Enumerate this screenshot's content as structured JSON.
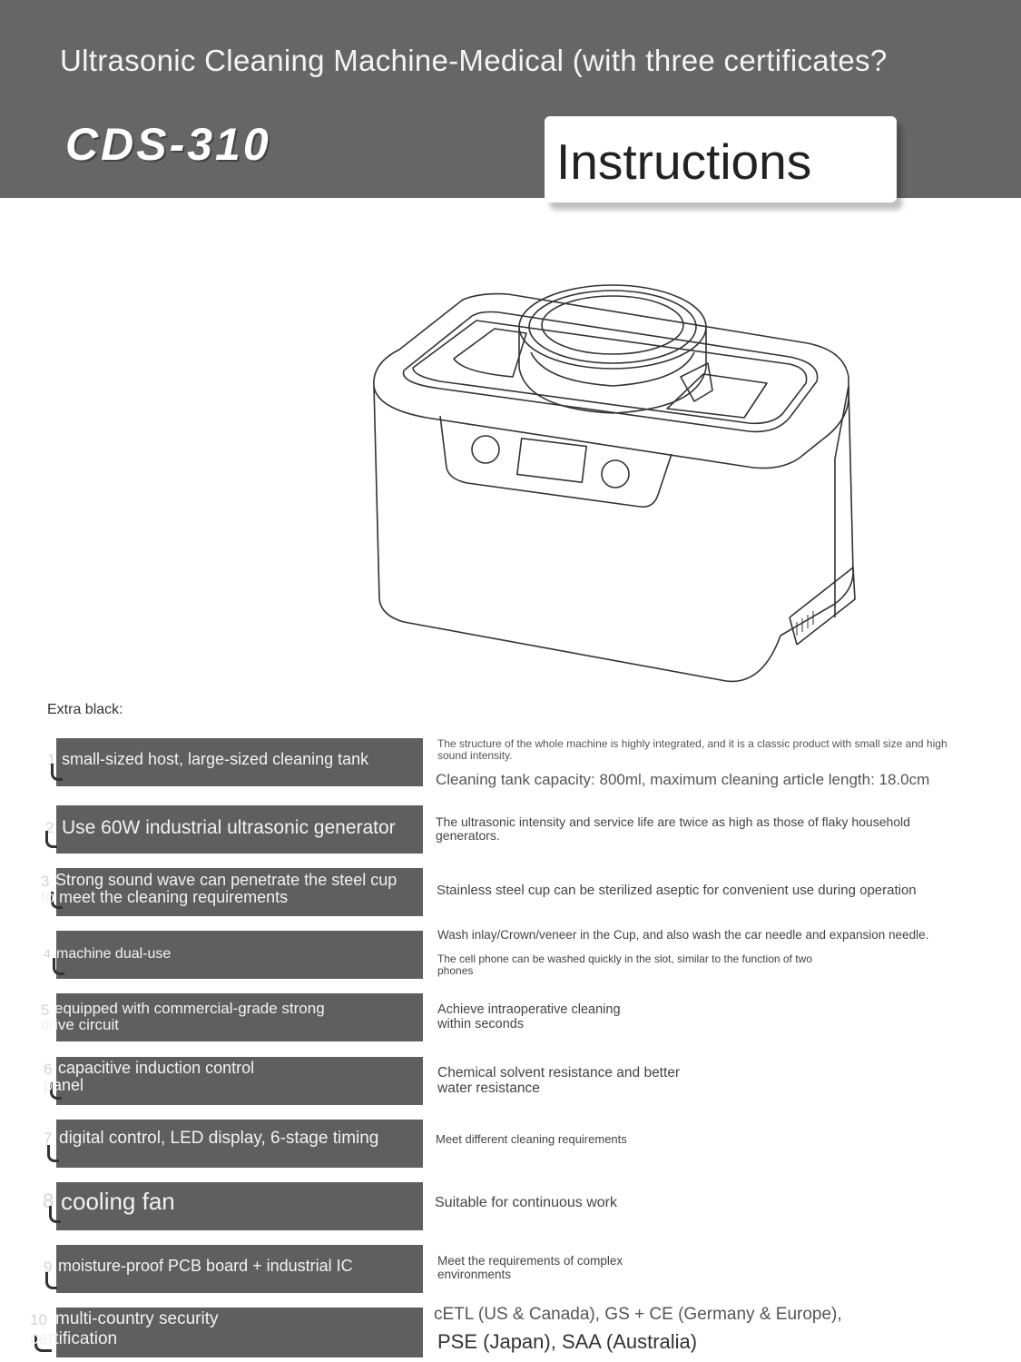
{
  "header": {
    "title": "Ultrasonic Cleaning Machine-Medical (with three certificates?",
    "model": "CDS-310",
    "badge": "Instructions"
  },
  "extra_label": "Extra black:",
  "features": [
    {
      "num": "1",
      "label": "small-sized host, large-sized cleaning tank",
      "desc": [
        "The structure of the whole machine is highly integrated, and it is a classic product with small size and high sound intensity.",
        "Cleaning tank capacity: 800ml, maximum cleaning article length: 18.0cm"
      ]
    },
    {
      "num": "2",
      "label": "Use 60W industrial ultrasonic generator",
      "desc": [
        "The ultrasonic intensity and service life are twice as high as those of flaky household generators."
      ]
    },
    {
      "num": "3",
      "label_lines": [
        "Strong sound wave can penetrate the steel cup",
        "to meet the cleaning requirements"
      ],
      "desc": [
        "Stainless steel cup can be sterilized aseptic for convenient use during operation"
      ]
    },
    {
      "num": "4",
      "label": "machine dual-use",
      "desc": [
        "Wash inlay/Crown/veneer in the Cup, and also wash the car needle and expansion needle.",
        "The cell phone can be washed quickly in the slot, similar to the function of two phones"
      ]
    },
    {
      "num": "5",
      "label_lines": [
        "equipped with commercial-grade strong",
        "drive circuit"
      ],
      "desc": [
        "Achieve intraoperative cleaning within seconds"
      ]
    },
    {
      "num": "6",
      "label_lines": [
        "capacitive induction control",
        "panel"
      ],
      "desc": [
        "Chemical solvent resistance and better water resistance"
      ]
    },
    {
      "num": "7",
      "label": "digital control, LED display, 6-stage timing",
      "desc": [
        "Meet different cleaning requirements"
      ]
    },
    {
      "num": "8",
      "label": "cooling fan",
      "desc": [
        "Suitable for continuous work"
      ]
    },
    {
      "num": "9",
      "label": "moisture-proof PCB board + industrial IC",
      "desc": [
        "Meet the requirements of complex environments"
      ]
    },
    {
      "num": "10",
      "label_lines": [
        "multi-country security",
        "certification"
      ],
      "desc": [
        "cETL (US & Canada), GS + CE (Germany & Europe),",
        "PSE (Japan), SAA (Australia)"
      ]
    }
  ],
  "colors": {
    "header": "#666666",
    "bar": "#5f5f5f"
  }
}
